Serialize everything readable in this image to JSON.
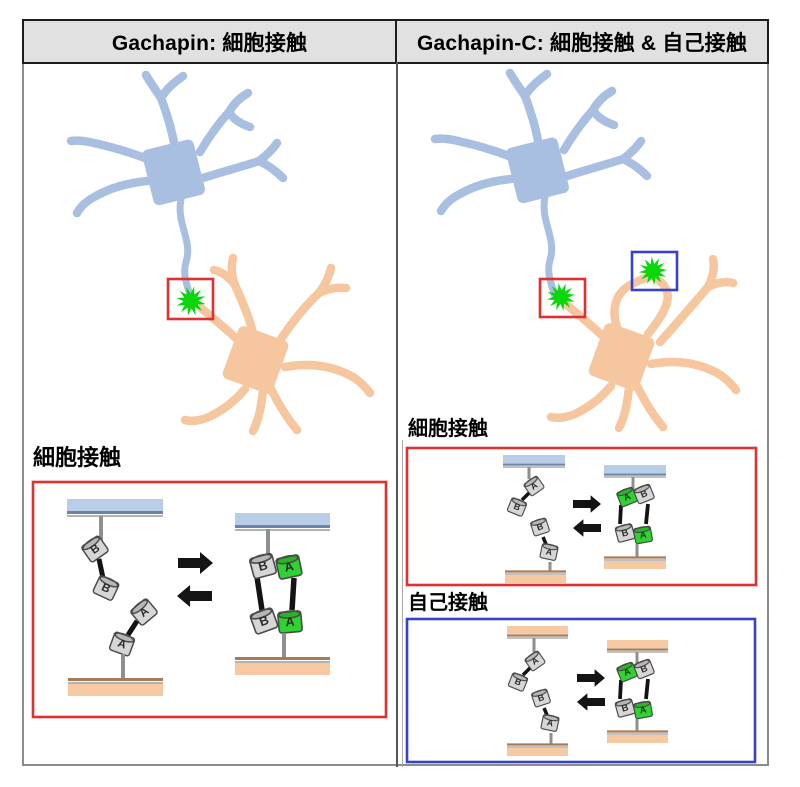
{
  "header": {
    "left_title": "Gachapin: 細胞接触",
    "right_title": "Gachapin-C: 細胞接触 & 自己接触"
  },
  "panels": {
    "left": {
      "inset_title": "細胞接触"
    },
    "right": {
      "cell_contact_title": "細胞接触",
      "self_contact_title": "自己接触"
    }
  },
  "domains": {
    "a": "A",
    "b": "B"
  },
  "colors": {
    "header_bg": "#e1e1e1",
    "neuron_blue": "#a9bfe2",
    "neuron_orange": "#f6c69e",
    "fluorescence_green": "#0bd60b",
    "cell_contact_box": "#e03030",
    "self_contact_box": "#3442cc",
    "domain_gray": "#d6d6d6",
    "domain_green": "#2fd32f",
    "membrane_blue": "#b9cde9",
    "membrane_orange": "#f6c9a2"
  }
}
